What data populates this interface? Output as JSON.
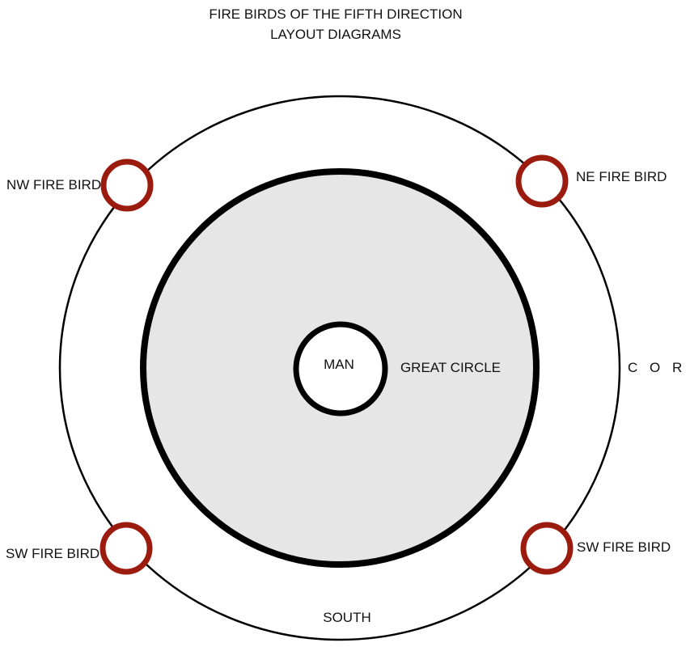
{
  "title": {
    "line1": "FIRE BIRDS OF THE FIFTH DIRECTION",
    "line2": "LAYOUT DIAGRAMS"
  },
  "labels": {
    "man": "MAN",
    "great_circle": "GREAT CIRCLE",
    "core": "C O R E",
    "south": "SOUTH",
    "nw_fire_bird": "NW FIRE BIRD",
    "ne_fire_bird": "NE FIRE BIRD",
    "sw_fire_bird_left": "SW FIRE BIRD",
    "sw_fire_bird_right": "SW FIRE BIRD"
  },
  "colors": {
    "fire_bird_ring": "#9b1b0f",
    "great_circle_fill": "#e6e6e6",
    "stroke": "#000000"
  }
}
